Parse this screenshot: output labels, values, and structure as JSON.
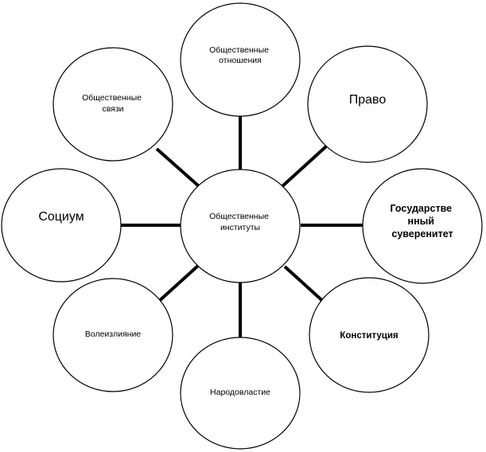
{
  "diagram": {
    "center": {
      "lines": [
        "Общественные",
        "институты"
      ]
    },
    "nodes": {
      "relations": {
        "lines": [
          "Общественные",
          "отношения"
        ]
      },
      "law": {
        "lines": [
          "Право"
        ]
      },
      "sovereignty": {
        "lines": [
          "Государстве",
          "нный",
          "суверенитет"
        ]
      },
      "constitution": {
        "lines": [
          "Конституция"
        ]
      },
      "democracy": {
        "lines": [
          "Народовластие"
        ]
      },
      "will": {
        "lines": [
          "Волеизлияние"
        ]
      },
      "society": {
        "lines": [
          "Социум"
        ]
      },
      "connections": {
        "lines": [
          "Общественные",
          "связи"
        ]
      }
    }
  }
}
